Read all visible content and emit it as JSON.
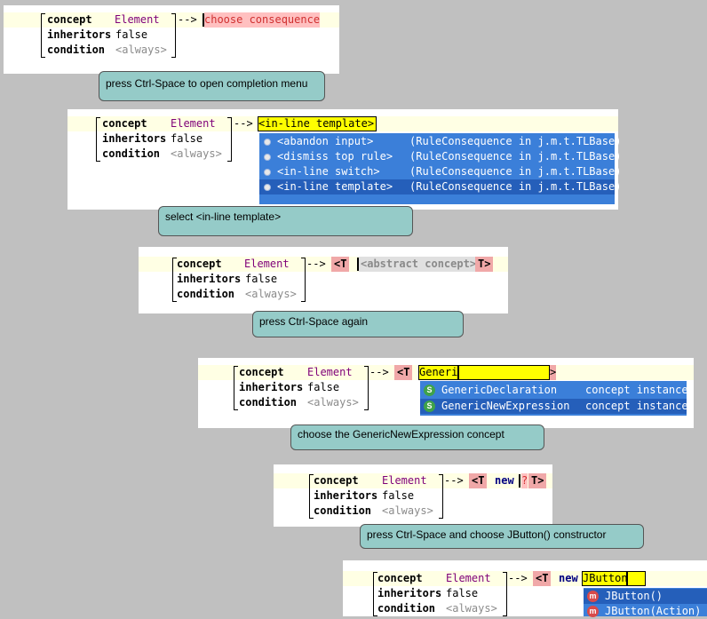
{
  "rule": {
    "concept_kw": "concept",
    "concept_val": "Element",
    "inheritors_kw": "inheritors",
    "inheritors_val": "false",
    "condition_kw": "condition",
    "condition_val": "<always>",
    "arrow": "-->"
  },
  "step1": {
    "placeholder": "choose consequence",
    "caption": "press Ctrl-Space to open completion menu"
  },
  "step2": {
    "selected_text": "<in-line template>",
    "menu": [
      {
        "label": "<abandon input>",
        "source": "(RuleConsequence in j.m.t.TLBase)"
      },
      {
        "label": "<dismiss top rule>",
        "source": "(RuleConsequence in j.m.t.TLBase)"
      },
      {
        "label": "<in-line switch>",
        "source": "(RuleConsequence in j.m.t.TLBase)"
      },
      {
        "label": "<in-line template>",
        "source": "(RuleConsequence in j.m.t.TLBase)"
      }
    ],
    "caption": "select <in-line template>"
  },
  "step3": {
    "open_tag": "<T",
    "placeholder": "<abstract concept>",
    "close_tag": "T>",
    "caption": "press Ctrl-Space again"
  },
  "step4": {
    "open_tag": "<T",
    "input": "Generi",
    "close_tag": ">",
    "menu": [
      {
        "icon": "S",
        "label": "GenericDeclaration",
        "source": "concept instance"
      },
      {
        "icon": "S",
        "label": "GenericNewExpression",
        "source": "concept instance"
      }
    ],
    "caption": "choose the GenericNewExpression concept"
  },
  "step5": {
    "open_tag": "<T",
    "new_kw": "new",
    "placeholder": "?",
    "close_tag": "T>",
    "caption": "press Ctrl-Space and choose JButton() constructor"
  },
  "step6": {
    "open_tag": "<T",
    "new_kw": "new",
    "input": "JButton",
    "menu": [
      {
        "icon": "m",
        "label": "JButton()"
      },
      {
        "icon": "m",
        "label": "JButton(Action)"
      }
    ]
  },
  "colors": {
    "background": "#c0c0c0",
    "caption_bg": "#95cbc8",
    "menu_bg": "#3b7fd9",
    "menu_selected": "#255fba",
    "highlight_yellow": "#ffff00",
    "tag_pink": "#f0a8a8"
  }
}
